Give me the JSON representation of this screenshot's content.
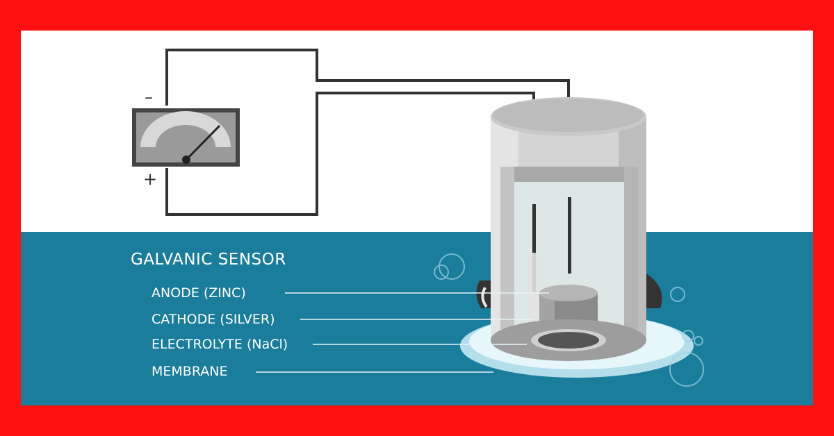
{
  "diagram": {
    "title": "GALVANIC SENSOR",
    "meter": {
      "minus_sign": "–",
      "plus_sign": "+"
    },
    "parts": [
      {
        "label": "ANODE (ZINC)"
      },
      {
        "label": "CATHODE (SILVER)"
      },
      {
        "label": "ELECTROLYTE (NaCl)"
      },
      {
        "label": "MEMBRANE"
      }
    ]
  },
  "colors": {
    "border": "#ff1010",
    "background": "#ffffff",
    "water": "#1a7d9c",
    "wire": "#333333",
    "sensor_body": "#d9d9d9"
  }
}
